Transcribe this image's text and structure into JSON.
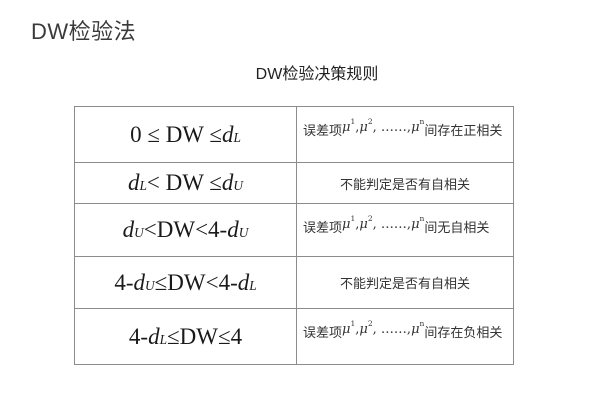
{
  "page": {
    "title": "DW检验法",
    "subtitle": "DW检验决策规则"
  },
  "table": {
    "rows": [
      {
        "condition": "0 ≤ DW ≤ d_L",
        "conclusion": "误差项μ_1, μ_2, ……, μ_n间存在正相关"
      },
      {
        "condition": "d_L < DW ≤ d_U",
        "conclusion": "不能判定是否有自相关"
      },
      {
        "condition": "d_U <DW<4-d_U",
        "conclusion": "误差项μ_1, μ_2, ……, μ_n间无自相关"
      },
      {
        "condition": "4-d_U ≤DW<4-d_L",
        "conclusion": "不能判定是否有自相关"
      },
      {
        "condition": "4-d_L ≤DW≤4",
        "conclusion": "误差项μ_1, μ_2, ……, μ_n间存在负相关"
      }
    ]
  },
  "colors": {
    "border": "#8c8c8c",
    "title_text": "#3a3a3a",
    "formula_text": "#1a1a1a",
    "body_text": "#333333",
    "bg": "#ffffff"
  }
}
